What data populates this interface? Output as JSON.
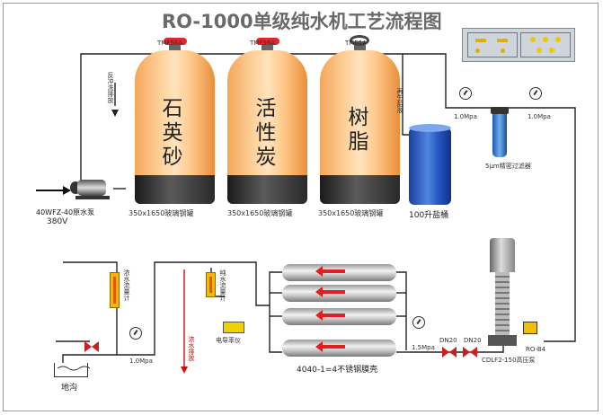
{
  "title": "RO-1000单级纯水机工艺流程图",
  "tanks": [
    {
      "name": "石英砂",
      "chars": [
        "石",
        "英",
        "砂"
      ],
      "spec": "350x1650玻璃钢罐",
      "valve": "TMF56A"
    },
    {
      "name": "活性炭",
      "chars": [
        "活",
        "性",
        "炭"
      ],
      "spec": "350x1650玻璃钢罐",
      "valve": "TMF56A"
    },
    {
      "name": "树脂",
      "chars": [
        "树",
        "脂"
      ],
      "spec": "350x1650玻璃钢罐",
      "valve": "TMF64"
    }
  ],
  "labels": {
    "backwash": "反冲洗排放",
    "regen": "再生盐液",
    "salt_tank": "100升盐桶",
    "raw_pump_model": "40WFZ-40原水泵",
    "raw_pump_voltage": "380V",
    "precision_filter": "5μm精密过滤器",
    "membrane_shell": "4040-1=4不锈钢膜壳",
    "drain": "地沟",
    "pressure_1": "1.0Mpa",
    "pressure_2": "1.0Mpa",
    "pressure_3": "1.5Mpa",
    "pressure_4": "1.0Mpa",
    "hp_pump": "CDLF2-150高压泵",
    "conc_out": "浓水排放",
    "valve_a": "DN20",
    "valve_b": "DN20",
    "flow_pure": "纯水流量计",
    "flow_conc": "浓水流量计",
    "meter": "电导率仪",
    "ctrl": "RO-B4"
  },
  "colors": {
    "tank_orange": "#ffc98a",
    "membrane_arrow": "#e02020",
    "salt_drum": "#2456c0",
    "valve_red": "#e0262b"
  }
}
